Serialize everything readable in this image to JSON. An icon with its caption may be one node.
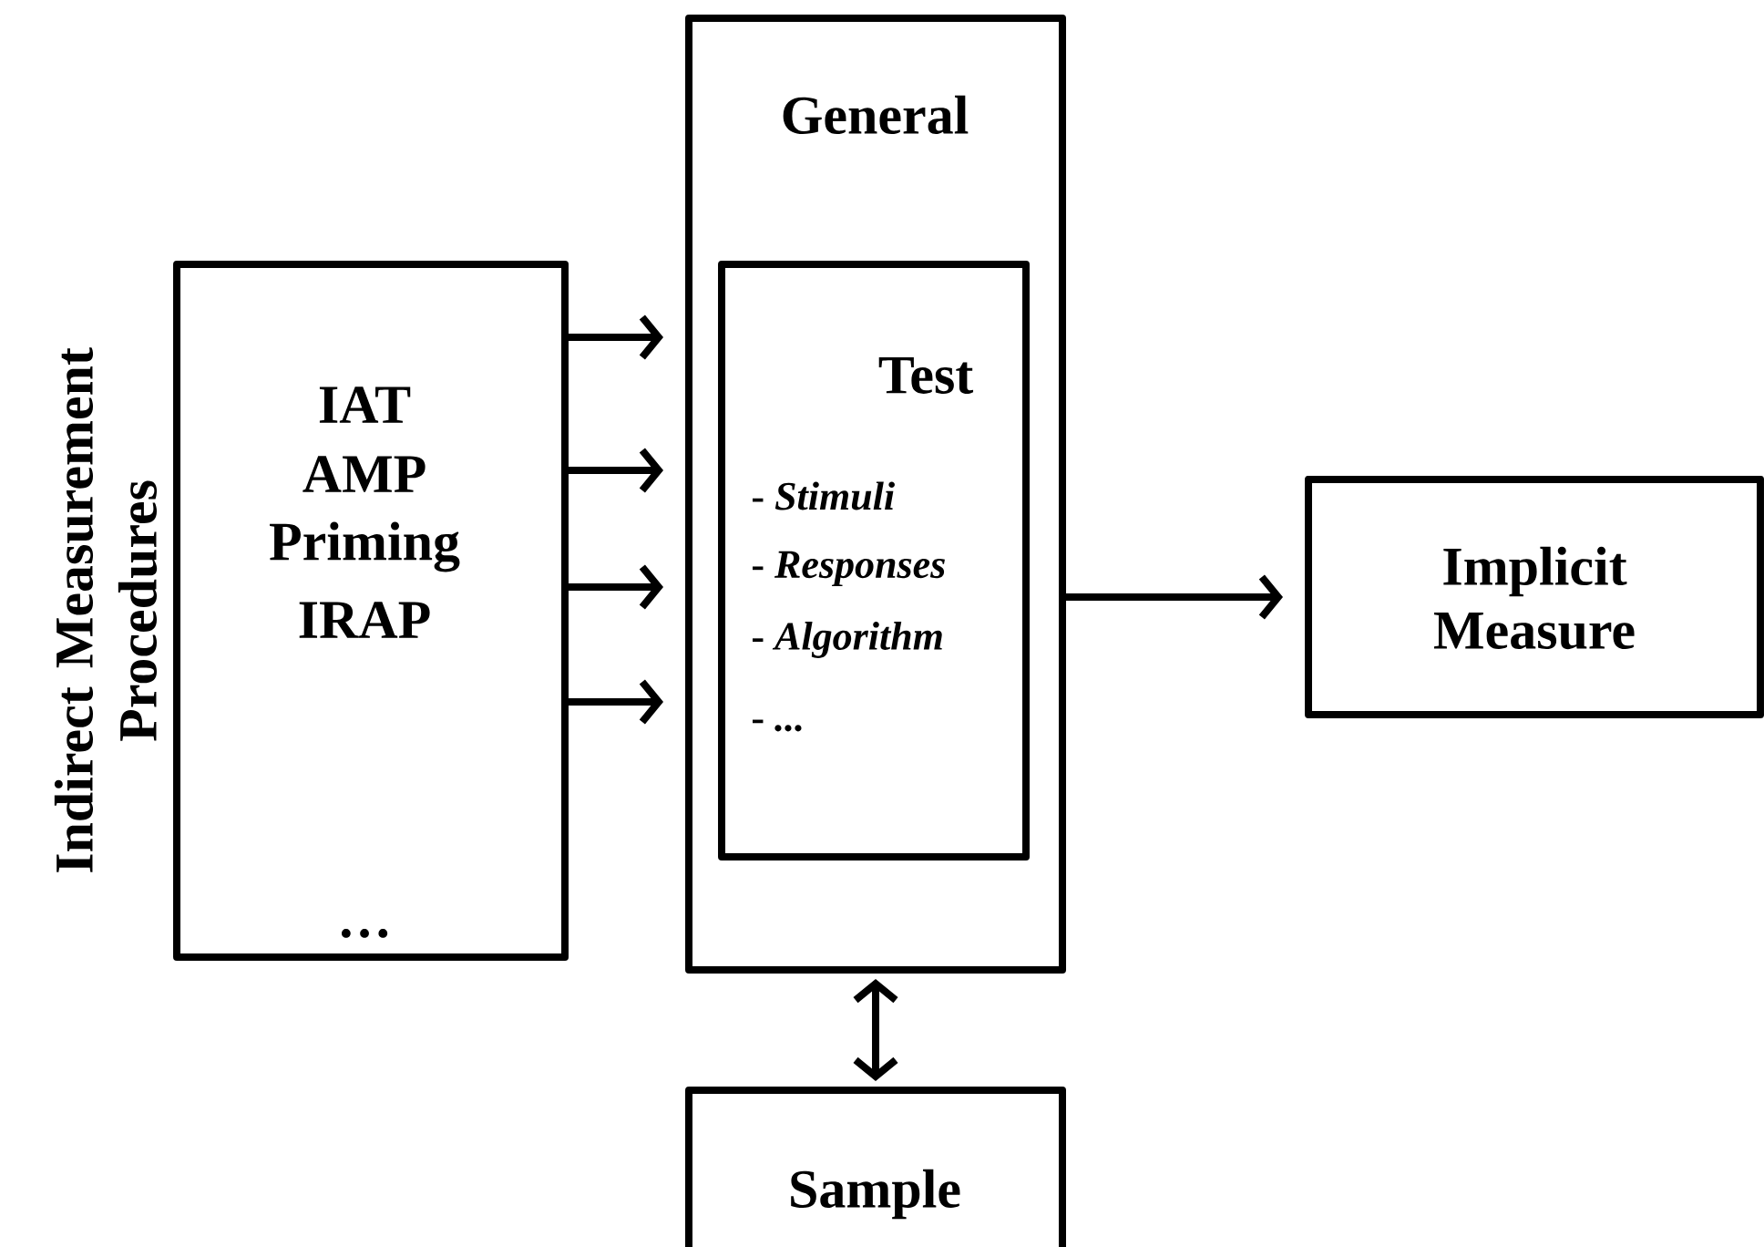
{
  "diagram": {
    "nodes": [
      {
        "text": [
          "Indirect Measurement Procedures",
          "IAT",
          "AMP",
          "Priming",
          "IRAP",
          "…"
        ]
      },
      {
        "text": [
          "General"
        ]
      },
      {
        "text": [
          "Test",
          "- *Stimuli*",
          "- *Responses*",
          "- *Algorithm*",
          "- *...*"
        ],
        "in": 1
      },
      {
        "text": [
          "Implicit Measure"
        ]
      },
      {
        "text": [
          "Sample"
        ]
      }
    ],
    "edges": [
      {
        "from": 0,
        "to": 1,
        "arrow": "to"
      },
      {
        "from": 0,
        "to": 1,
        "arrow": "to"
      },
      {
        "from": 0,
        "to": 1,
        "arrow": "to"
      },
      {
        "from": 0,
        "to": 1,
        "arrow": "to"
      },
      {
        "from": 1,
        "to": 3,
        "arrow": "to"
      },
      {
        "from": 1,
        "to": 4,
        "arrow": "both"
      }
    ]
  }
}
